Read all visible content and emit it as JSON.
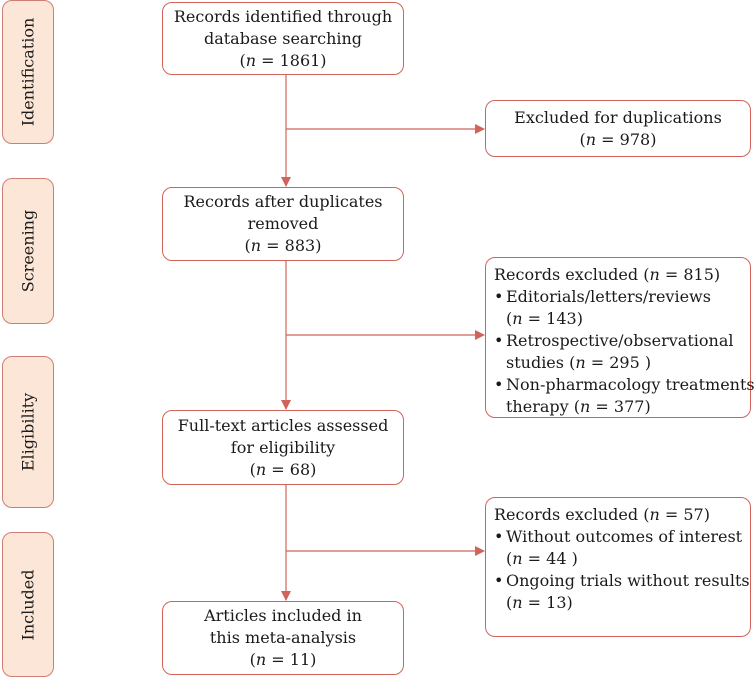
{
  "phases": [
    "Identification",
    "Screening",
    "Eligibility",
    "Included"
  ],
  "main": {
    "identified": {
      "lines": [
        "Records identified through",
        "database searching"
      ],
      "n": "1861"
    },
    "after_duplicates": {
      "lines": [
        "Records after duplicates",
        "removed"
      ],
      "n": "883"
    },
    "full_text": {
      "lines": [
        "Full-text articles assessed",
        "for eligibility"
      ],
      "n": "68"
    },
    "included": {
      "lines": [
        "Articles included in",
        "this meta-analysis"
      ],
      "n": "11"
    }
  },
  "side": {
    "duplicates": {
      "title": "Excluded for duplications",
      "n": "978"
    },
    "excluded_1": {
      "title": "Records excluded (",
      "n": "815",
      "items": [
        {
          "label": "Editorials/letters/reviews",
          "n": "143",
          "suffix": ")"
        },
        {
          "label": "Retrospective/observational",
          "label2": "studies (",
          "n": "295",
          "suffix": " )"
        },
        {
          "label": "Non-pharmacology treatments",
          "label2": "therapy (",
          "n": "377",
          "suffix": ")"
        }
      ]
    },
    "excluded_2": {
      "title": "Records excluded (",
      "n": "57",
      "items": [
        {
          "label": "Without outcomes of interest",
          "n": "44",
          "suffix": " )"
        },
        {
          "label": "Ongoing trials without results",
          "n": "13",
          "suffix": ")"
        }
      ]
    }
  },
  "n_symbol": "n",
  "eq": " = ",
  "colors": {
    "border": "#d0645b",
    "arrow": "#d0645b",
    "phase_fill": "#fbe6d7"
  }
}
